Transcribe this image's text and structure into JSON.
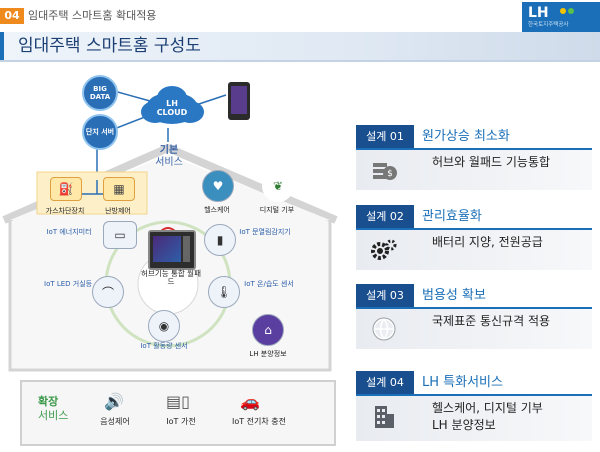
{
  "header": {
    "section_number": "04",
    "section_title": "임대주택 스마트홈 확대적용",
    "page_title": "임대주택 스마트홈 구성도",
    "logo_text": "LH",
    "logo_subtext": "한국토지주택공사"
  },
  "colors": {
    "accent_orange": "#ef8a1f",
    "brand_blue": "#1a6fb8",
    "navy": "#1a4f8f",
    "extension_green": "#3c9a4b"
  },
  "diagram": {
    "big_data": "BIG DATA",
    "danji_server": "단지 서버",
    "cloud": "LH CLOUD",
    "basic_service_title": "기본",
    "basic_service_sub": "서비스",
    "hub_label": "허브기능 통합 월패드",
    "devices": {
      "gas": "가스차단장치",
      "heating": "난방제어",
      "energy_meter": "IoT 에너지미터",
      "healthcare": "헬스케어",
      "digital_donation": "디지털 기부",
      "door_sensor": "IoT 문열림감지기",
      "led_light": "IoT LED 거실등",
      "temp_humidity": "IoT 온/습도 센서",
      "activity_sensor": "IoT 활동량 센서",
      "lh_info": "LH 분양정보"
    },
    "extension_title": "확장",
    "extension_sub": "서비스",
    "extension_items": [
      "음성제어",
      "IoT 가전",
      "IoT 전기차 충전"
    ]
  },
  "cards": [
    {
      "tag": "설계 01",
      "title": "원가상승 최소화",
      "desc": "허브와 월패드 기능통합",
      "icon": "cost-icon"
    },
    {
      "tag": "설계 02",
      "title": "관리효율화",
      "desc": "배터리 지양, 전원공급",
      "icon": "gears-icon"
    },
    {
      "tag": "설계 03",
      "title": "범용성 확보",
      "desc": "국제표준 통신규격 적용",
      "icon": "network-icon"
    },
    {
      "tag": "설계 04",
      "title": "LH 특화서비스",
      "desc": "헬스케어, 디지털 기부",
      "desc2": "LH 분양정보",
      "icon": "building-icon"
    }
  ]
}
